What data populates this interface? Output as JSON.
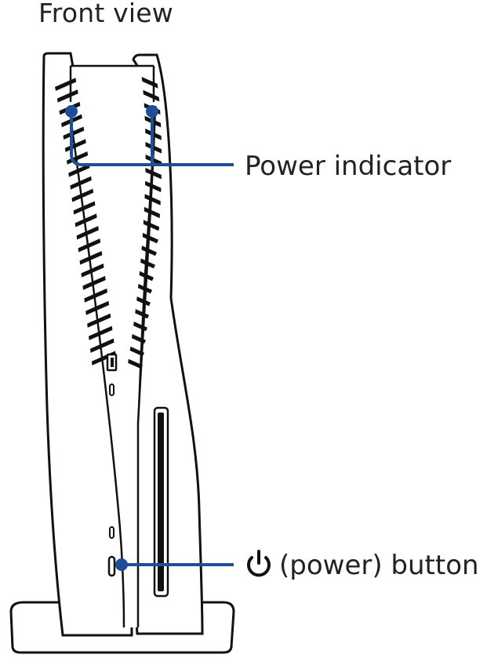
{
  "title": "Front view",
  "callouts": {
    "power_indicator": "Power indicator",
    "power_button": "(power) button"
  },
  "icons": {
    "power_symbol": "power-icon"
  },
  "colors": {
    "callout": "#1d4f99",
    "outline": "#111111",
    "stripes": "#111111"
  }
}
